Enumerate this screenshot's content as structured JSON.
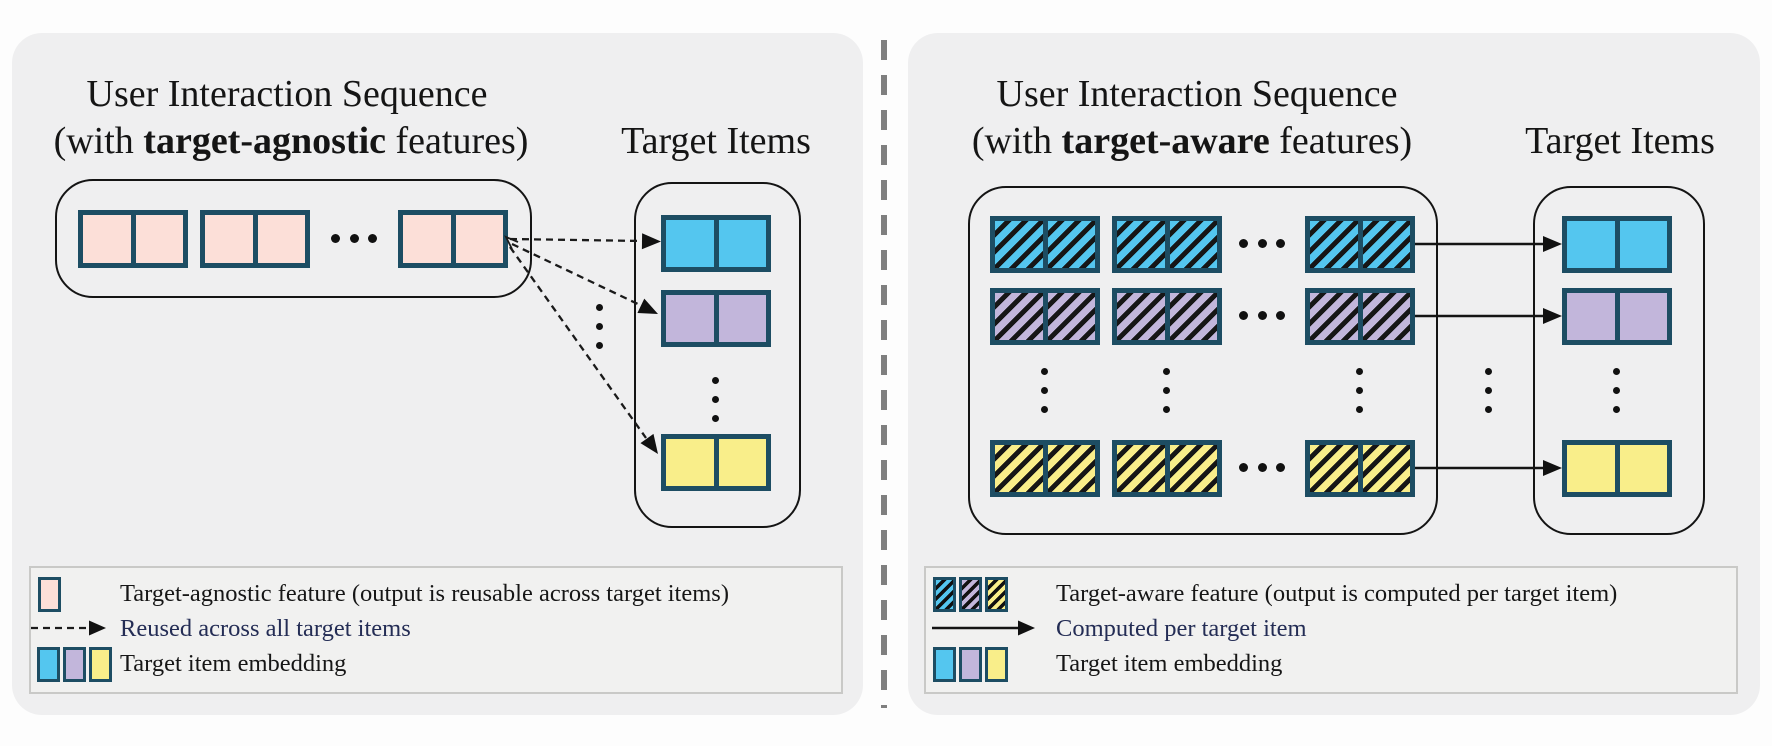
{
  "panels": {
    "left": {
      "title_line1": "User Interaction Sequence",
      "title_line2_pre": "(with ",
      "title_line2_bold": "target-agnostic",
      "title_line2_post": " features)",
      "target_items_label": "Target Items",
      "legend": {
        "row1_label": "Target-agnostic feature (output is reusable across target items)",
        "row2_label": "Reused across all target items",
        "row3_label": "Target item embedding"
      }
    },
    "right": {
      "title_line1": "User Interaction Sequence",
      "title_line2_pre": "(with ",
      "title_line2_bold": "target-aware",
      "title_line2_post": " features)",
      "target_items_label": "Target Items",
      "legend": {
        "row1_label": "Target-aware feature (output is computed per target item)",
        "row2_label": "Computed per target item",
        "row3_label": "Target item embedding"
      }
    }
  },
  "colors": {
    "page_bg": "#fdfdfd",
    "panel_bg": "#efeff0",
    "teal_border": "#1d4d63",
    "pink": "#fcdfd8",
    "blue": "#54c6ef",
    "purple": "#c2b6db",
    "yellow": "#f9ee8a",
    "line_black": "#151515",
    "navy_text": "#242d55",
    "divider_gray": "#7f7f7f",
    "legend_border": "#c9c9c7"
  }
}
